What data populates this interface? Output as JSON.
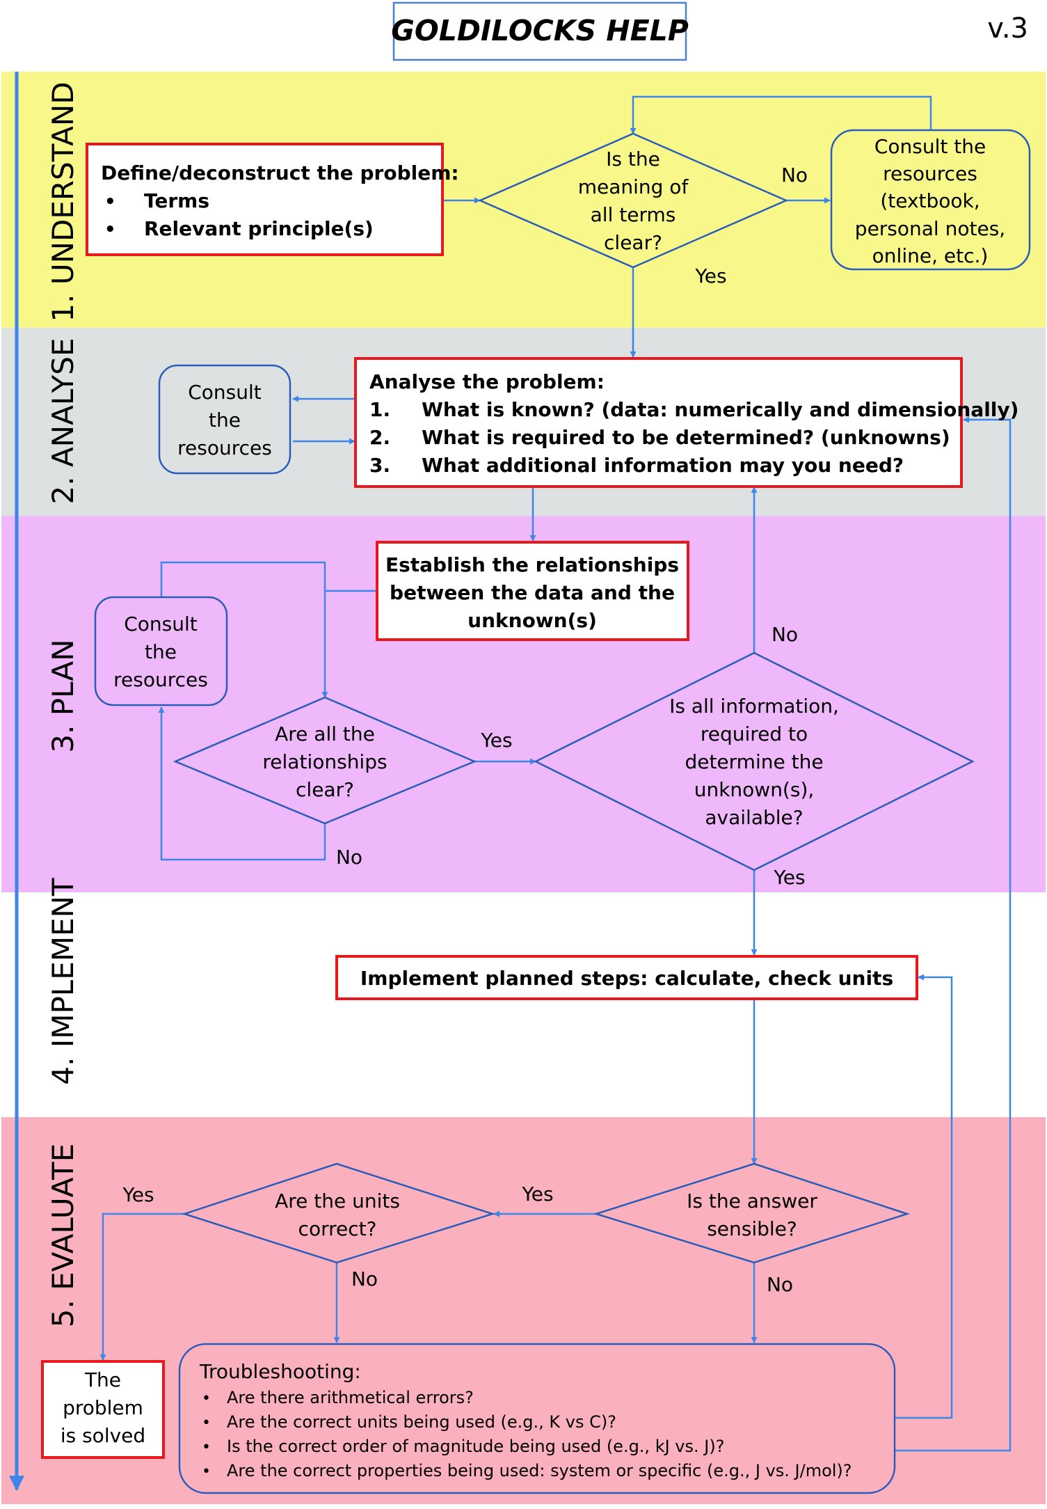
{
  "title": "GOLDILOCKS HELP",
  "version": "v.3",
  "colors": {
    "band_understand": "#f8f88a",
    "band_analyse": "#dde1e2",
    "band_plan": "#efb8fa",
    "band_implement": "#ffffff",
    "band_evaluate": "#fab0bd",
    "arrow": "#3d86e8",
    "red_box": "#e8181d",
    "blue_box": "#2a5db9"
  },
  "stages": {
    "understand": "1. UNDERSTAND",
    "analyse": "2. ANALYSE",
    "plan": "3. PLAN",
    "implement": "4. IMPLEMENT",
    "evaluate": "5. EVALUATE"
  },
  "understand": {
    "define_title": "Define/deconstruct the problem:",
    "define_items": [
      "Terms",
      "Relevant principle(s)"
    ],
    "bullet": "•",
    "terms_question": [
      "Is the",
      "meaning of",
      "all terms",
      "clear?"
    ],
    "no_label": "No",
    "yes_label": "Yes",
    "consult": [
      "Consult the",
      "resources",
      "(textbook,",
      "personal notes,",
      "online, etc.)"
    ]
  },
  "analyse": {
    "consult": [
      "Consult",
      "the",
      "resources"
    ],
    "title": "Analyse the problem:",
    "items": [
      {
        "num": "1.",
        "text": "What is known? (data: numerically and dimensionally)"
      },
      {
        "num": "2.",
        "text": "What is required to be determined? (unknowns)"
      },
      {
        "num": "3.",
        "text": "What additional information may you need?"
      }
    ]
  },
  "plan": {
    "establish": [
      "Establish the relationships",
      "between the data and the",
      "unknown(s)"
    ],
    "consult": [
      "Consult",
      "the",
      "resources"
    ],
    "relationships_question": [
      "Are all the",
      "relationships",
      "clear?"
    ],
    "info_question": [
      "Is all information,",
      "required to",
      "determine the",
      "unknown(s),",
      "available?"
    ],
    "yes_label": "Yes",
    "no_label_rel": "No",
    "no_label_info": "No",
    "yes_label_info": "Yes"
  },
  "implement": {
    "box": "Implement planned steps: calculate, check units"
  },
  "evaluate": {
    "sensible_question": [
      "Is the answer",
      "sensible?"
    ],
    "units_question": [
      "Are the units",
      "correct?"
    ],
    "yes_sensible": "Yes",
    "yes_units": "Yes",
    "no_units": "No",
    "no_sensible": "No",
    "solved": [
      "The",
      "problem",
      "is solved"
    ],
    "troubleshooting_title": "Troubleshooting:",
    "troubleshooting_items": [
      "Are there arithmetical errors?",
      "Are the correct units being used (e.g., K vs C)?",
      "Is the correct order of magnitude being used (e.g., kJ vs. J)?",
      "Are the correct properties being used: system or specific (e.g., J vs. J/mol)?"
    ]
  }
}
